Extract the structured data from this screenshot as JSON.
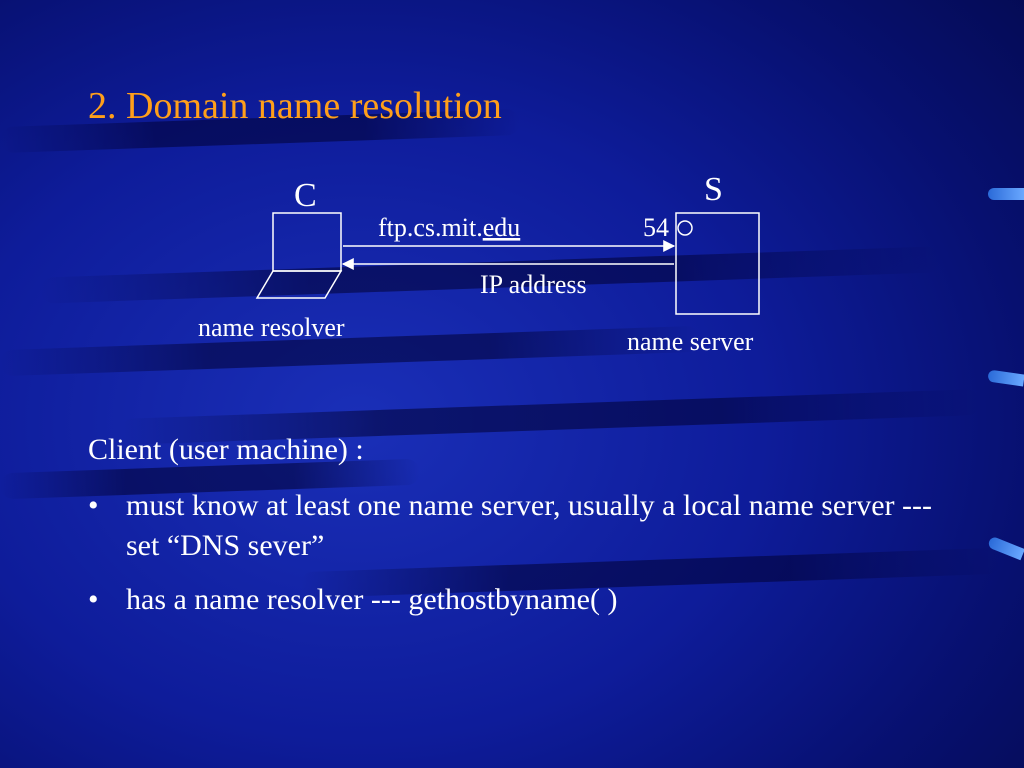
{
  "slide": {
    "title": "2. Domain name resolution"
  },
  "diagram": {
    "client_label": "C",
    "server_label": "S",
    "request_label_prefix": "ftp.cs.mit.",
    "request_label_underlined": "edu",
    "port_label": "54",
    "response_label": "IP address",
    "client_caption": "name resolver",
    "server_caption": "name server"
  },
  "content": {
    "lead": "Client (user machine) :",
    "bullet_symbol": "•",
    "bullets": [
      "must know at least one name server, usually a local name server --- set “DNS sever”",
      "has a name resolver --- gethostbyname( )"
    ]
  },
  "colors": {
    "title": "#ff9f1a",
    "text": "#ffffff",
    "background": "#0e1c9a"
  }
}
